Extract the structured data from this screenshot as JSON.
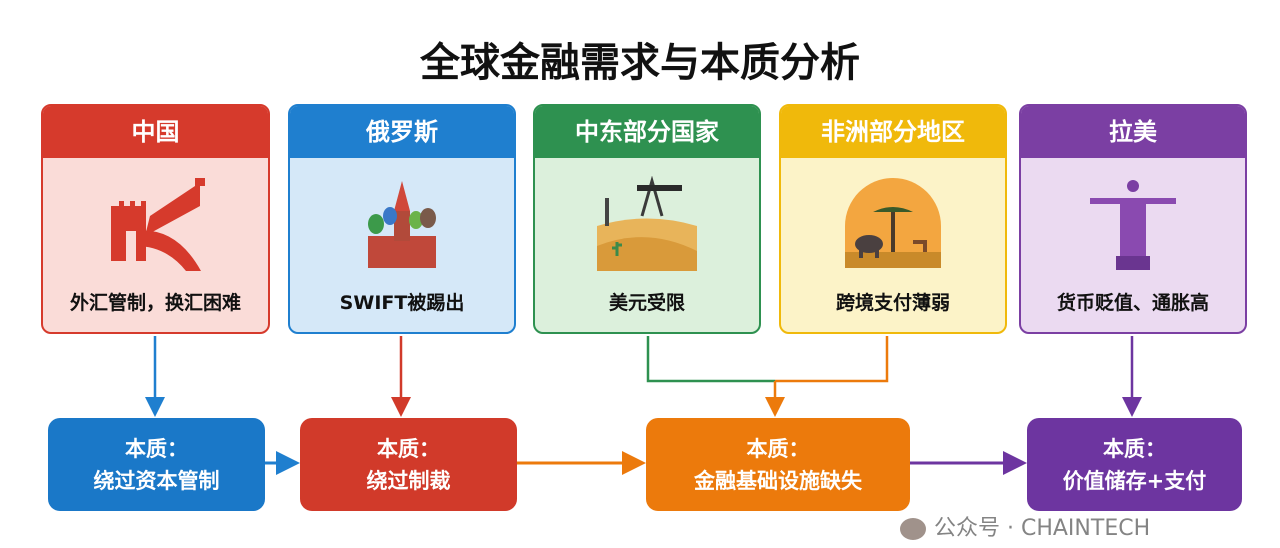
{
  "title": "全球金融需求与本质分析",
  "regions": [
    {
      "name": "中国",
      "problem": "外汇管制，换汇困难",
      "icon": "great-wall-icon",
      "color": "#d63a2c",
      "bg": "#fadcd8"
    },
    {
      "name": "俄罗斯",
      "problem": "SWIFT被踢出",
      "icon": "kremlin-cathedral-icon",
      "color": "#1f7fcf",
      "bg": "#d5e8f8"
    },
    {
      "name": "中东部分国家",
      "problem": "美元受限",
      "icon": "oil-pump-desert-icon",
      "color": "#2e9150",
      "bg": "#dcf0dc"
    },
    {
      "name": "非洲部分地区",
      "problem": "跨境支付薄弱",
      "icon": "savanna-elephant-icon",
      "color": "#f0b90b",
      "bg": "#fcf3c8"
    },
    {
      "name": "拉美",
      "problem": "货币贬值、通胀高",
      "icon": "christ-redeemer-icon",
      "color": "#7b3fa3",
      "bg": "#ebdaf1"
    }
  ],
  "essences": [
    {
      "label": "本质：",
      "text": "绕过资本管制",
      "color": "#1a78c8"
    },
    {
      "label": "本质：",
      "text": "绕过制裁",
      "color": "#d13a2a"
    },
    {
      "label": "本质：",
      "text": "金融基础设施缺失",
      "color": "#ec7a0c"
    },
    {
      "label": "本质：",
      "text": "价值储存+支付",
      "color": "#6d35a0"
    }
  ],
  "watermark": "公众号 · CHAINTECH"
}
